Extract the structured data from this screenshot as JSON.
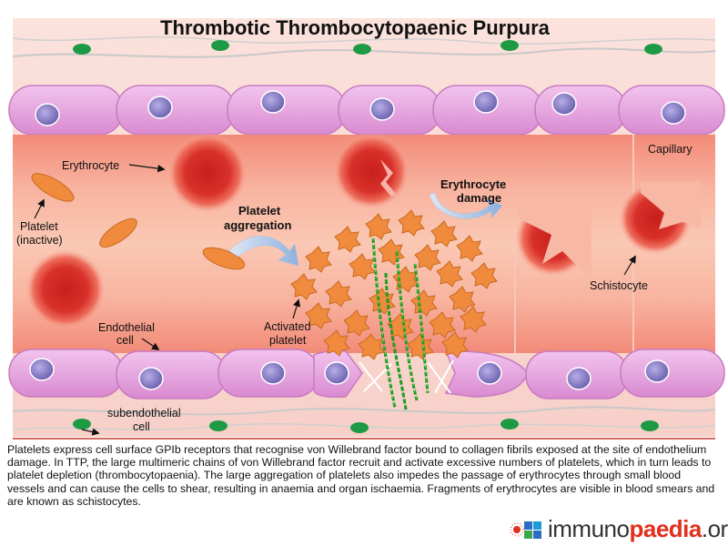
{
  "title": "Thrombotic Thrombocytopaenic Purpura",
  "labels": {
    "erythrocyte": "Erythrocyte",
    "platelet_inactive_1": "Platelet",
    "platelet_inactive_2": "(inactive)",
    "platelet_aggregation_1": "Platelet",
    "platelet_aggregation_2": "aggregation",
    "erythrocyte_damage_1": "Erythrocyte",
    "erythrocyte_damage_2": "damage",
    "capillary": "Capillary",
    "schistocyte": "Schistocyte",
    "endothelial_cell_1": "Endothelial",
    "endothelial_cell_2": "cell",
    "activated_platelet_1": "Activated",
    "activated_platelet_2": "platelet",
    "subendothelial_cell_1": "subendothelial",
    "subendothelial_cell_2": "cell"
  },
  "caption": "Platelets express cell surface GPIb receptors that recognise von Willebrand factor bound to collagen fibrils exposed at the site of endothelium damage. In TTP, the large multimeric chains of von Willebrand factor recruit and activate excessive numbers of platelets, which in turn leads to platelet depletion (thrombocytopaenia). The large aggregation of platelets also impedes the passage of erythrocytes through small blood vessels and can cause the cells to shear, resulting in anaemia and organ ischaemia. Fragments of erythrocytes are visible in blood smears and are known as schistocytes.",
  "logo": {
    "part1": "immuno",
    "part2": "paedia",
    "part3": ".org"
  },
  "colors": {
    "lumen": "#f6a58f",
    "endothelium": "#eaa6df",
    "nucleus": "#9088c8",
    "platelet": "#f08a3c",
    "vwf": "#2fb82f",
    "erythrocyte": "#d9362b",
    "subendothelial_nucleus": "#1e9a45"
  }
}
